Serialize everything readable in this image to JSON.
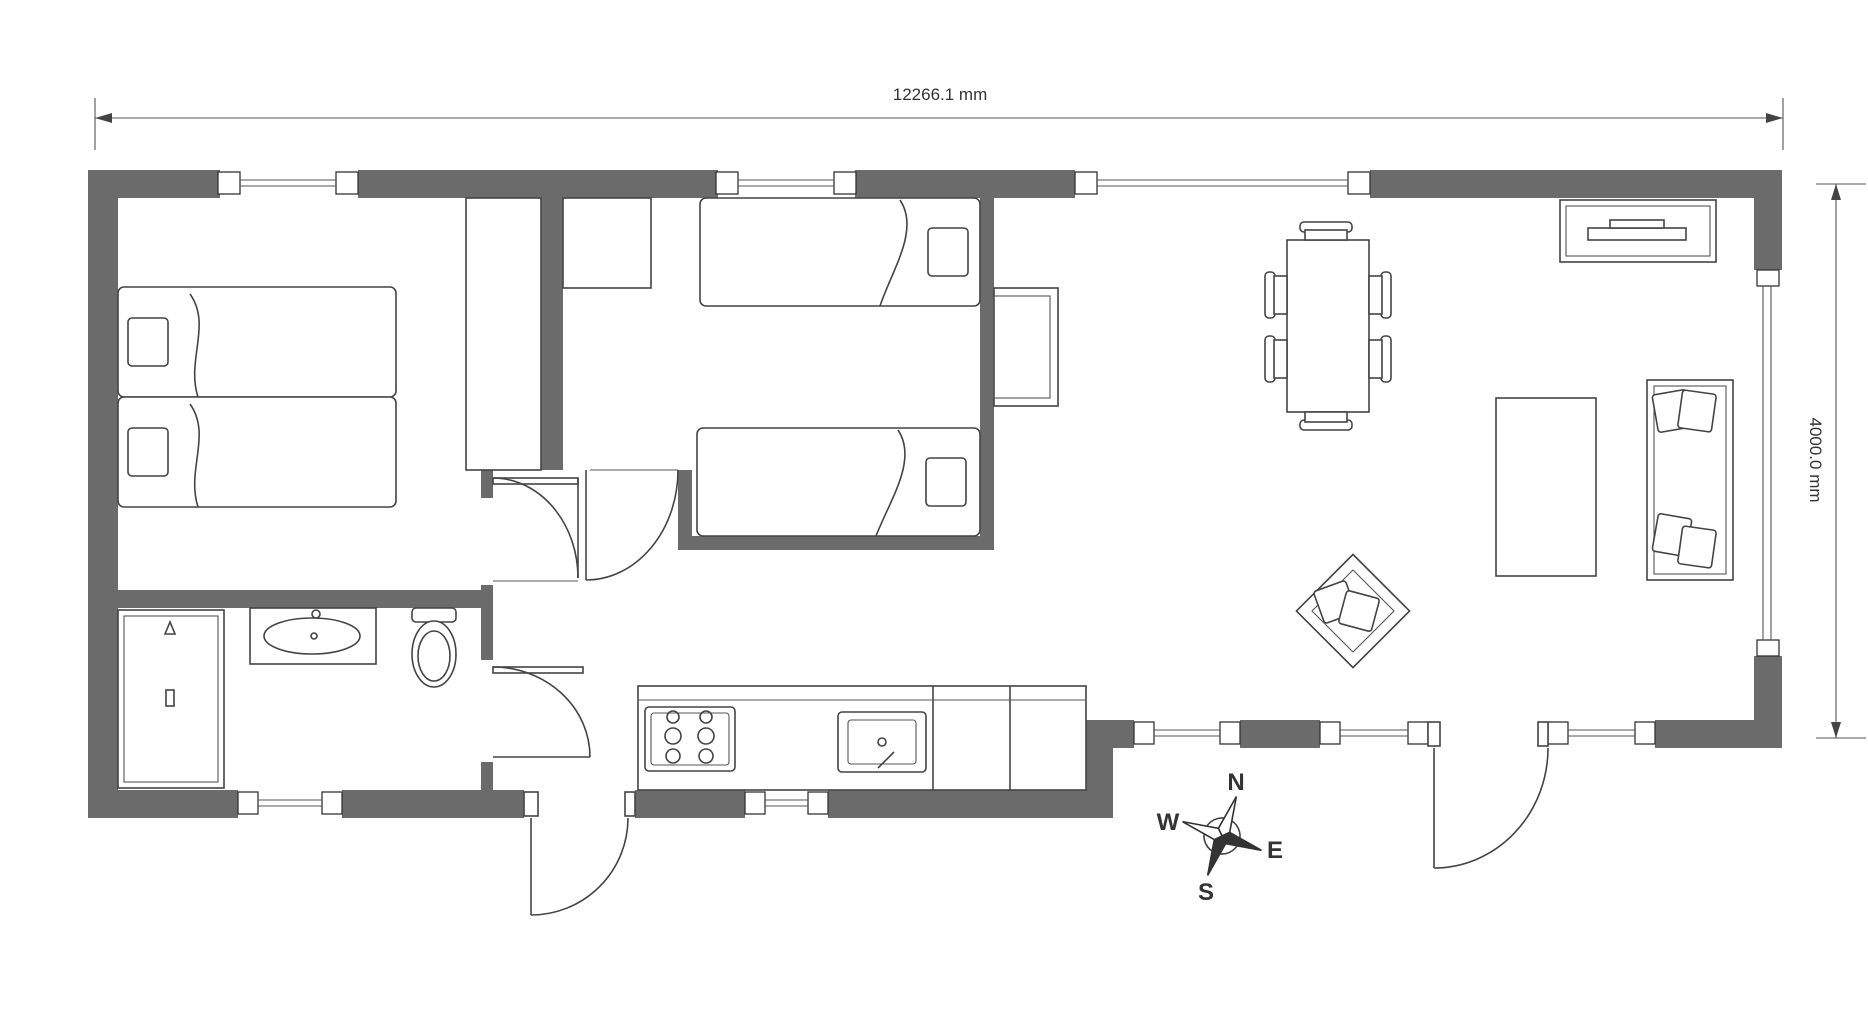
{
  "dimensions": {
    "width_label": "12266.1 mm",
    "depth_label": "4000.0 mm"
  },
  "compass": {
    "north": "N",
    "east": "E",
    "south": "S",
    "west": "W",
    "icon": "compass-rose-icon"
  },
  "colors": {
    "wall": "#6b6b6b",
    "line": "#444444",
    "background": "#ffffff"
  }
}
